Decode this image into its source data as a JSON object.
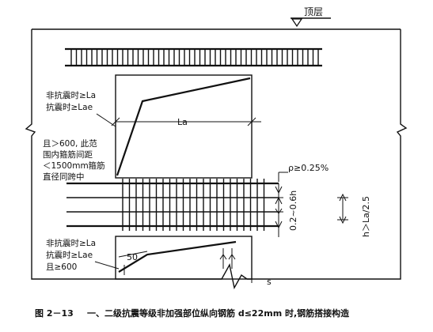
{
  "labels": {
    "top_floor": "顶层",
    "upper_nonseismic": "非抗震时≥La",
    "upper_seismic": "抗震时≥Lae",
    "la": "La",
    "mid_note": [
      "且＞600, 此范",
      "围内箍筋间距",
      "＜1500mm箍筋",
      "直径同跨中"
    ],
    "ratio": "ρ≥0.25%",
    "dim_02_06h": "0.2~0.6h",
    "h_vertical": "h＞La/2.5",
    "lower_nonseismic": "非抗震时≥La",
    "lower_seismic": "抗震时≥Lae",
    "lower_min": "且≥600",
    "fifty": "50",
    "s": "s"
  },
  "caption": {
    "figure_no": "图 2－13",
    "text": "一、二级抗震等级非加强部位纵向钢筋 d≤22mm 时,钢筋搭接构造"
  }
}
